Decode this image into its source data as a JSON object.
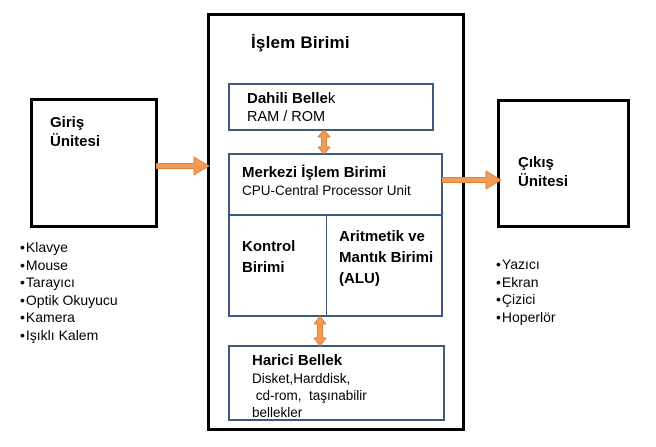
{
  "colors": {
    "outer_box_border": "#000000",
    "inner_box_border": "#3C5A80",
    "arrow_fill": "#F19B55",
    "arrow_stroke": "#E0823A",
    "text": "#000000",
    "background": "#FFFFFF"
  },
  "processor": {
    "title": "İşlem Birimi"
  },
  "internal_memory": {
    "title_bold": "Dahili Belle",
    "title_tail": "k",
    "subtitle": "RAM / ROM"
  },
  "cpu": {
    "title": "Merkezi İşlem Birimi",
    "subtitle": "CPU-Central Processor Unit",
    "control_unit": "Kontrol Birimi",
    "alu": "Aritmetik ve Mantık Birimi (ALU)"
  },
  "external_memory": {
    "title": "Harici Bellek",
    "line1": "Disket,Harddisk,",
    "line2": " cd-rom,  taşınabilir",
    "line3": "bellekler"
  },
  "input_unit": {
    "title_line1": "Giriş",
    "title_line2": "Ünitesi",
    "devices": [
      "Klavye",
      "Mouse",
      "Tarayıcı",
      "Optik Okuyucu",
      "Kamera",
      "Işıklı Kalem"
    ]
  },
  "output_unit": {
    "title_line1": "Çıkış",
    "title_line2": "Ünitesi",
    "devices": [
      "Yazıcı",
      "Ekran",
      "Çizici",
      "Hoperlör"
    ]
  }
}
